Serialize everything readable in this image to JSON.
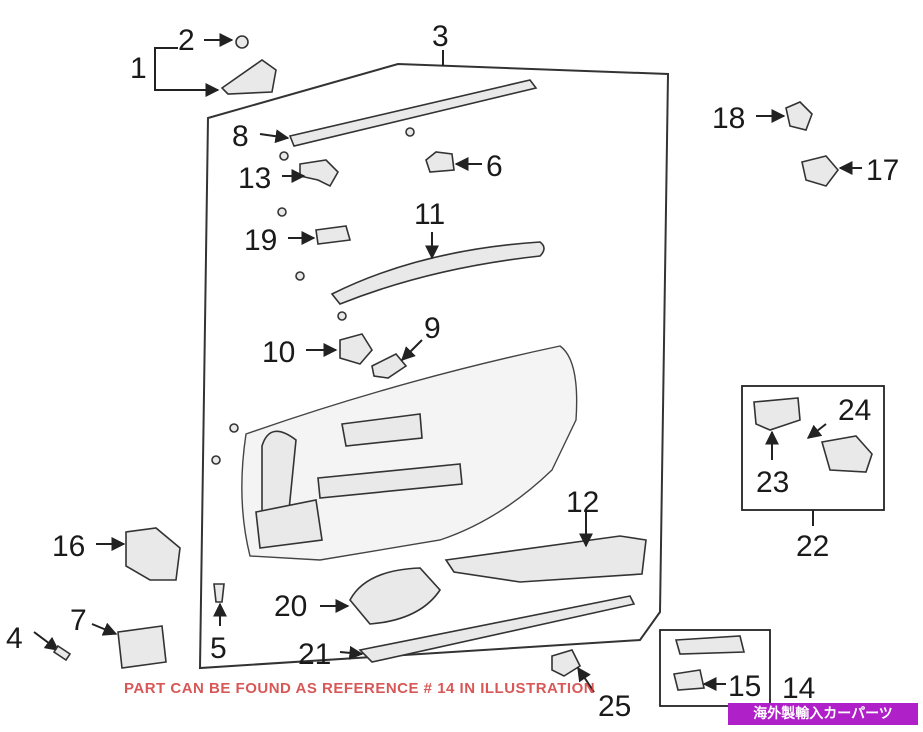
{
  "callouts": {
    "c1": "1",
    "c2": "2",
    "c3": "3",
    "c4": "4",
    "c5": "5",
    "c6": "6",
    "c7": "7",
    "c8": "8",
    "c9": "9",
    "c10": "10",
    "c11": "11",
    "c12": "12",
    "c13": "13",
    "c14": "14",
    "c15": "15",
    "c16": "16",
    "c17": "17",
    "c18": "18",
    "c19": "19",
    "c20": "20",
    "c21": "21",
    "c22": "22",
    "c23": "23",
    "c24": "24",
    "c25": "25"
  },
  "notice": "PART CAN BE FOUND AS REFERENCE # 14 IN ILLUSTRATION",
  "watermark": "海外製輸入カーパーツ",
  "colors": {
    "notice": "#d23a3a",
    "watermark_bg": "#b020c8",
    "line": "#222222"
  }
}
